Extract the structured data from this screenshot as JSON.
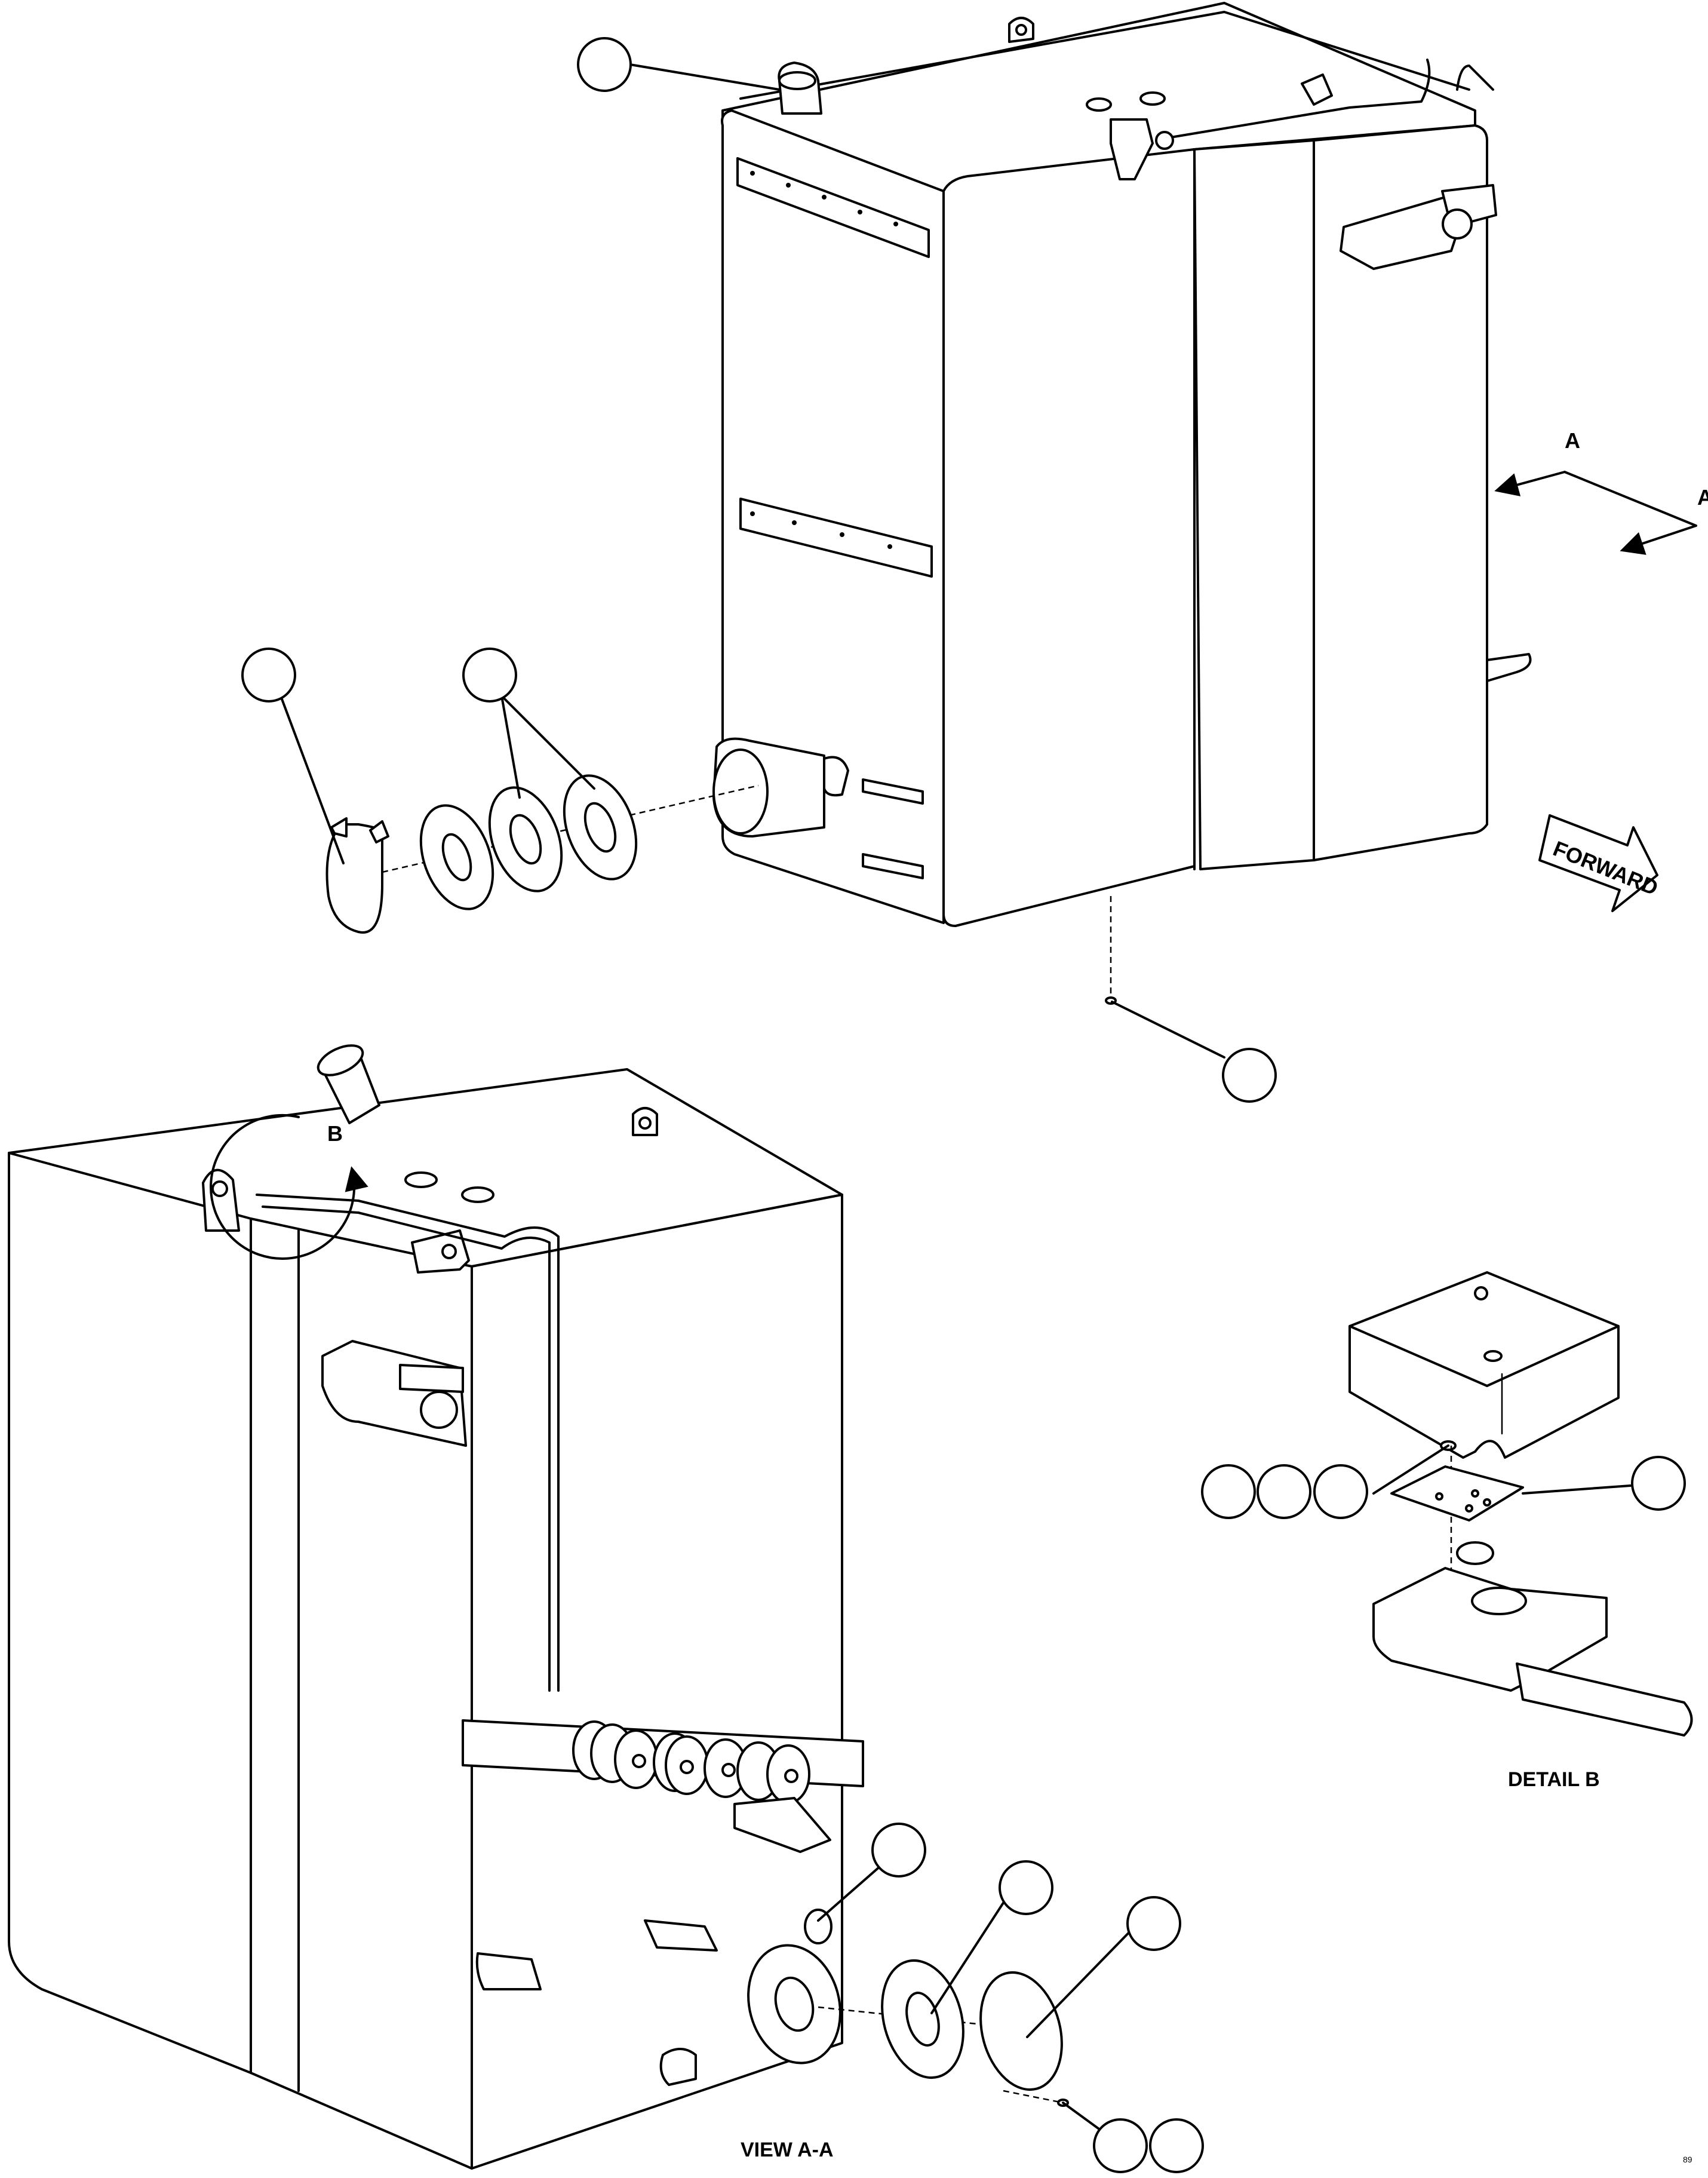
{
  "labels": {
    "section_a_top": "A",
    "section_a_bottom": "A",
    "detail_ref": "B",
    "forward": "FORWARD",
    "view_caption": "VIEW A-A",
    "detail_caption": "DETAIL B",
    "sheet_code": "89"
  },
  "callouts": [
    "",
    "",
    "",
    "",
    "",
    "",
    "",
    "",
    "",
    "",
    "",
    "",
    "",
    ""
  ],
  "colors": {
    "line": "#000000",
    "background": "#ffffff",
    "callout_fill": "#ffffff"
  }
}
